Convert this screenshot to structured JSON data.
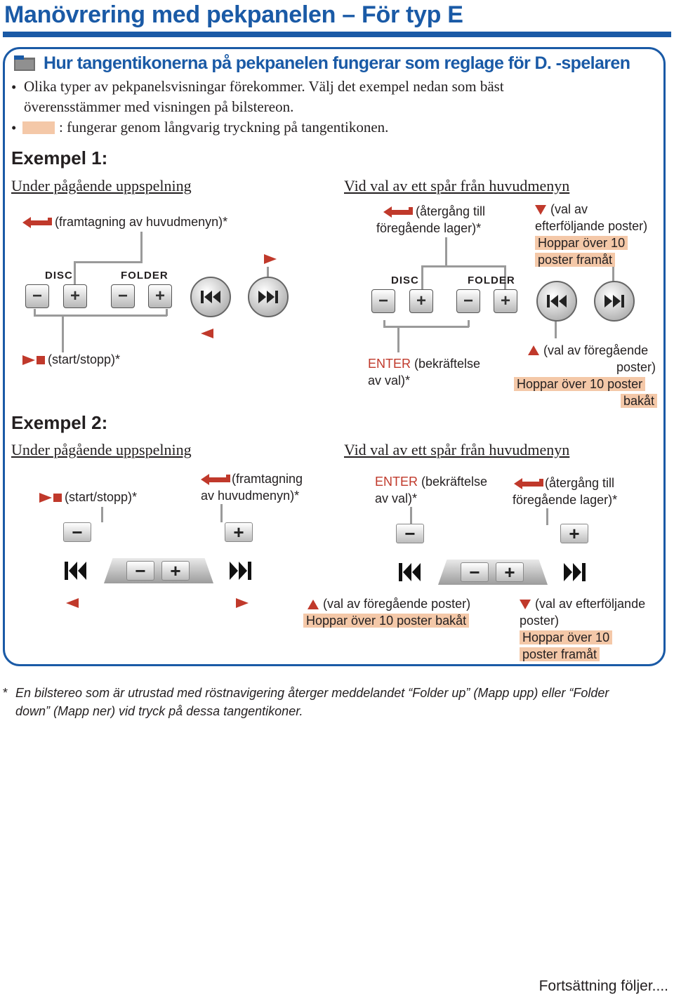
{
  "header": {
    "title": "Manövrering med pekpanelen – För typ E"
  },
  "section": {
    "title": "Hur tangentikonerna på pekpanelen fungerar som reglage för D. -spelaren",
    "bullets": [
      "Olika typer av pekpanelsvisningar förekommer. Välj det exempel nedan som bäst",
      "överensstämmer med visningen på bilstereon.",
      ":  fungerar genom långvarig tryckning på tangentikonen."
    ]
  },
  "example1": {
    "heading": "Exempel 1:",
    "left_subhead": "Under pågående uppspelning",
    "right_subhead": "Vid val av ett spår från huvudmenyn",
    "menu_label": "(framtagning av huvudmenyn)*",
    "disc": "DISC",
    "folder": "FOLDER",
    "minus": "−",
    "plus": "+",
    "start_stop": "(start/stopp)*",
    "back_line1": "(återgång till",
    "back_line2": "föregående lager)*",
    "next_line1": "(val av",
    "next_line2": "efterföljande poster)",
    "skip_fwd_line1": "Hoppar över 10",
    "skip_fwd_line2": "poster framåt",
    "enter": "ENTER",
    "confirm_line1": " (bekräftelse",
    "confirm_line2": "av val)*",
    "prev_line1": "(val av föregående",
    "prev_line2": "poster)",
    "skip_back_line1": "Hoppar över 10 poster",
    "skip_back_line2": "bakåt"
  },
  "example2": {
    "heading": "Exempel 2:",
    "left_subhead": "Under pågående uppspelning",
    "right_subhead": "Vid val av ett spår från huvudmenyn",
    "start_stop": "(start/stopp)*",
    "menu_line1": "(framtagning",
    "menu_line2": "av huvudmenyn)*",
    "enter": "ENTER",
    "confirm_line1": " (bekräftelse",
    "confirm_line2": "av val)*",
    "back_line1": "(återgång till",
    "back_line2": "föregående lager)*",
    "prev_label": "(val av föregående poster)",
    "skip_back": "Hoppar över 10 poster bakåt",
    "next_line1": "(val av efterföljande",
    "next_line2": "poster)",
    "skip_fwd_line1": "Hoppar över 10",
    "skip_fwd_line2": "poster framåt"
  },
  "footnote": {
    "mark": "*",
    "line1": "En bilstereo som är utrustad med röstnavigering återger meddelandet “Folder up” (Mapp upp) eller “Folder",
    "line2": "down” (Mapp ner) vid tryck på dessa tangentikoner."
  },
  "continue_text": "Fortsättning följer....",
  "colors": {
    "accent": "#1a5aa6",
    "highlight": "#f4c8a8",
    "enter": "#c0392b"
  },
  "icons": [
    "folder-icon",
    "return-arrow-icon",
    "play-stop-icon",
    "prev-track-icon",
    "next-track-icon",
    "up-triangle-icon",
    "down-triangle-icon",
    "left-triangle-icon",
    "right-triangle-icon"
  ]
}
